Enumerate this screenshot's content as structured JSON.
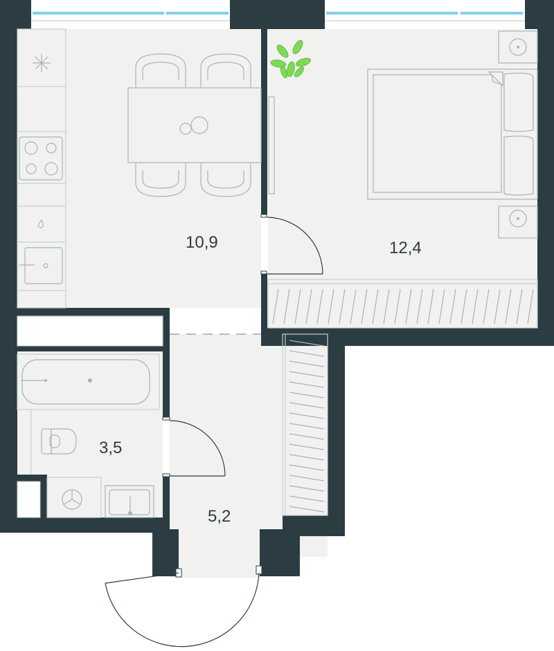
{
  "colors": {
    "wall": "#2b3d42",
    "floor": "#f1f1f0",
    "furniture_line": "#c8cfd1",
    "window": "#7fd0ea",
    "plant": "#7ed957"
  },
  "rooms": [
    {
      "id": "kitchen-living",
      "area_label": "10,9"
    },
    {
      "id": "bedroom",
      "area_label": "12,4"
    },
    {
      "id": "bathroom",
      "area_label": "3,5"
    },
    {
      "id": "hallway",
      "area_label": "5,2"
    }
  ],
  "icons": [
    "plant-icon",
    "stove-icon",
    "sink-icon",
    "bathtub-icon",
    "toilet-icon",
    "washing-machine-icon",
    "bed-icon",
    "dining-table-icon"
  ]
}
